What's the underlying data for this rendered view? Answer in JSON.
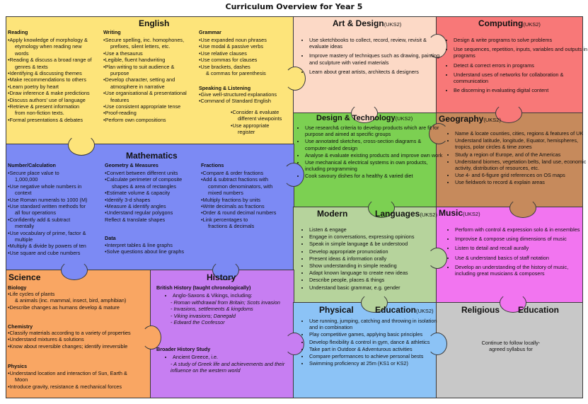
{
  "title": "Curriculum Overview for Year 5",
  "colors": {
    "english": "#fde47a",
    "art": "#fcd9c6",
    "computing": "#f87878",
    "dt": "#7cd052",
    "geography": "#c68a5c",
    "maths": "#7c8af4",
    "languages": "#b6d39c",
    "music": "#f275f0",
    "science": "#f9a663",
    "history": "#c77ef2",
    "pe": "#8cc3f6",
    "re": "#c8c8c8"
  },
  "english": {
    "title": "English",
    "reading_head": "Reading",
    "reading": [
      "•Apply knowledge of morphology &",
      "  etymology when reading new",
      "  words",
      "•Reading & discuss a broad range of",
      "  genres & texts",
      "•Identifying & discussing themes",
      "•Make recommendations to others",
      "•Learn poetry by heart",
      "•Draw inference & make predictions",
      "•Discuss authors' use of language",
      "•Retrieve & present information",
      "  from non-fiction texts.",
      "•Formal presentations & debates"
    ],
    "writing_head": "Writing",
    "writing": [
      "•Secure spelling, inc. homophones,",
      "  prefixes, silent letters, etc.",
      "•Use a thesaurus",
      "•Legible, fluent handwriting",
      "•Plan writing to suit audience &",
      "  purpose",
      "•Develop character, setting and",
      "  atmosphere in narrative",
      "•Use organisational & presentational",
      "  features",
      "•Use consistent appropriate tense",
      "•Proof-reading",
      "•Perform own compositions"
    ],
    "grammar_head": "Grammar",
    "grammar": [
      "•Use expanded noun phrases",
      "•Use modal & passive verbs",
      "•Use relative clauses",
      "•Use commas for clauses",
      "•Use brackets, dashes",
      "  & commas for parenthesis"
    ],
    "speaking_head": "Speaking & Listening",
    "speaking": [
      "•Give well-structured explanations",
      "•Command of Standard English"
    ],
    "speaking2": [
      "•Consider & evaluate",
      "  different viewpoints",
      "•Use appropriate",
      "  register"
    ]
  },
  "art": {
    "title": "Art & Design",
    "tag": "(UKS2)",
    "items": [
      "Use sketchbooks to collect, record, review, revisit & evaluate ideas",
      "Improve mastery of techniques such as drawing, painting and sculpture with varied materials",
      "Learn about great artists, architects & designers"
    ]
  },
  "computing": {
    "title": "Computing",
    "tag": "(UKS2)",
    "items": [
      "Design & write programs to solve problems",
      "Use sequences, repetition, inputs, variables and outputs in programs",
      "Detect & correct errors in programs",
      "Understand uses of networks for collaboration & communication",
      "Be discerning in evaluating digital content"
    ]
  },
  "dt": {
    "title": "Design & Technology",
    "tag": "(UKS2)",
    "items": [
      "Use research& criteria to develop products which are fit for purpose and aimed at specific groups",
      "Use annotated sketches, cross-section diagrams & computer-aided design",
      "Analyse & evaluate existing products and improve own work",
      "Use mechanical & electrical systems in own products, including programming",
      "Cook savoury dishes for a healthy & varied diet"
    ]
  },
  "geography": {
    "title": "Geography",
    "tag": "(UKS2)",
    "items": [
      "Name & locate counties, cities, regions & features of UK",
      "Understand latitude, longitude, Equator, hemispheres, tropics, polar circles & time zones",
      "Study a region of Europe, and of the Americas",
      "Understand biomes, vegetation belts, land use, economic activity, distribution of resources, etc.",
      "Use 4- and 6-figure grid references on OS maps",
      "Use fieldwork to record & explain areas"
    ]
  },
  "maths": {
    "title": "Mathematics",
    "number_head": "Number/Calculation",
    "number": [
      "•Secure place value to",
      "  1,000,000",
      "•Use negative whole numbers in",
      "  context",
      "•Use Roman numerals to 1000 (M)",
      "•Use standard written methods for",
      "  all four operations",
      "•Confidently add & subtract",
      "  mentally",
      "•Use vocabulary of prime, factor &",
      "  multiple",
      "•Multiply & divide by powers of ten",
      "•Use square and cube numbers"
    ],
    "geometry_head": "Geometry & Measures",
    "geometry": [
      "•Convert between different units",
      "•Calculate perimeter of composite",
      "  shapes & area of rectangles",
      "•Estimate volume & capacity",
      "•Identify 3-d shapes",
      "•Measure & identify angles",
      "•Understand regular polygons",
      "Reflect & translate shapes"
    ],
    "data_head": "Data",
    "data": [
      "•Interpret tables & line graphs",
      "•Solve questions about line graphs"
    ],
    "fractions_head": "Fractions",
    "fractions": [
      "•Compare & order fractions",
      "•Add & subtract fractions with",
      "  common  denominators, with",
      "  mixed numbers",
      "•Multiply fractions by units",
      "•Write decimals as fractions",
      "•Order & round decimal numbers",
      "•Link percentages to",
      "  fractions & decimals"
    ]
  },
  "languages": {
    "title1": "Modern",
    "title2": "Languages",
    "tag": "(UKS2)",
    "items": [
      "Listen & engage",
      "Engage in conversations, expressing opinions",
      "Speak in simple language & be understood",
      "Develop appropriate pronunciation",
      "Present ideas & information orally",
      "Show understanding in simple reading",
      "Adapt known language to create new ideas",
      "Describe people, places & things",
      "Understand basic grammar, e.g. gender"
    ]
  },
  "music": {
    "title": "Music",
    "tag": "(UKS2)",
    "items": [
      "Perform with control & expression solo & in ensembles",
      "Improvise & compose using dimensions of music",
      "Listen to detail and recall aurally",
      "Use & understand basics of staff notation",
      "Develop an understanding of the history of music, including great musicians & composers"
    ]
  },
  "science": {
    "title": "Science",
    "biology_head": "Biology",
    "biology": [
      "•Life cycles of plants",
      "  & animals (inc. mammal, insect, bird, amphibian)",
      "•Describe changes as humans develop & mature"
    ],
    "chemistry_head": "Chemistry",
    "chemistry": [
      "•Classify materials according to a variety of properties",
      "•Understand mixtures & solutions",
      "•Know about reversible changes; identify irreversible"
    ],
    "physics_head": "Physics",
    "physics": [
      "•Understand location and interaction of Sun, Earth &",
      "  Moon",
      "•Introduce gravity, resistance & mechanical forces"
    ]
  },
  "history": {
    "title": "History",
    "british_head": "British History (taught chronologically)",
    "anglo": "Anglo-Saxons & Vikings, including:",
    "anglo_items": [
      "- Roman withdrawal from Britain; Scots invasion",
      "- Invasions, settlements & kingdoms",
      "- Viking invasions; Danegald",
      "- Edward the Confessor"
    ],
    "broader_head": "Broader History Study",
    "greece": "Ancient Greece, i.e.",
    "greece_item": "- A study of Greek life and achievements and their influence on the western world"
  },
  "pe": {
    "title1": "Physical",
    "title2": "Education",
    "tag": "(UKS2)",
    "items": [
      "Use running, jumping, catching and throwing in isolation and in combination",
      "Play competitive games, applying basic principles",
      "Develop flexibility & control in gym, dance & athletics",
      "Take part in Outdoor & Adventurous activities",
      "Compare performances to achieve personal bests",
      "Swimming proficiency at 25m (KS1 or KS2)"
    ]
  },
  "re": {
    "title1": "Religious",
    "title2": "Education",
    "text": "Continue to follow locally-agreed syllabus for"
  }
}
